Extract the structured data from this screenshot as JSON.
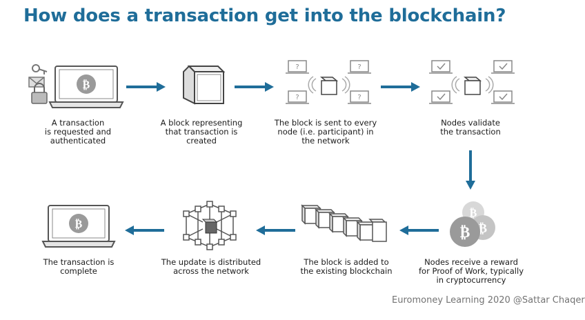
{
  "title": "How does a transaction get into the blockchain?",
  "steps": [
    {
      "label": "A transaction\nis requested and\nauthenticated",
      "icon": "laptop-bitcoin-icon"
    },
    {
      "label": "A block representing\nthat transaction is\ncreated",
      "icon": "cube-icon"
    },
    {
      "label": "The block is sent to every\nnode (i.e. participant) in\nthe network",
      "icon": "network-broadcast-icon"
    },
    {
      "label": "Nodes validate\nthe transaction",
      "icon": "network-validate-icon"
    },
    {
      "label": "Nodes receive a reward\nfor Proof of Work, typically\nin cryptocurrency",
      "icon": "bitcoin-coins-icon"
    },
    {
      "label": "The block is added to\nthe existing blockchain",
      "icon": "chain-of-blocks-icon"
    },
    {
      "label": "The update is distributed\nacross the network",
      "icon": "distributed-network-icon"
    },
    {
      "label": "The transaction is\ncomplete",
      "icon": "laptop-bitcoin-icon"
    }
  ],
  "colors": {
    "title": "#1f6d99",
    "arrow": "#1f6d99",
    "icon_stroke": "#555555",
    "coin": "#9a9a9a"
  },
  "watermark": "Euromoney Learning 2020 @Sattar Chaqer"
}
